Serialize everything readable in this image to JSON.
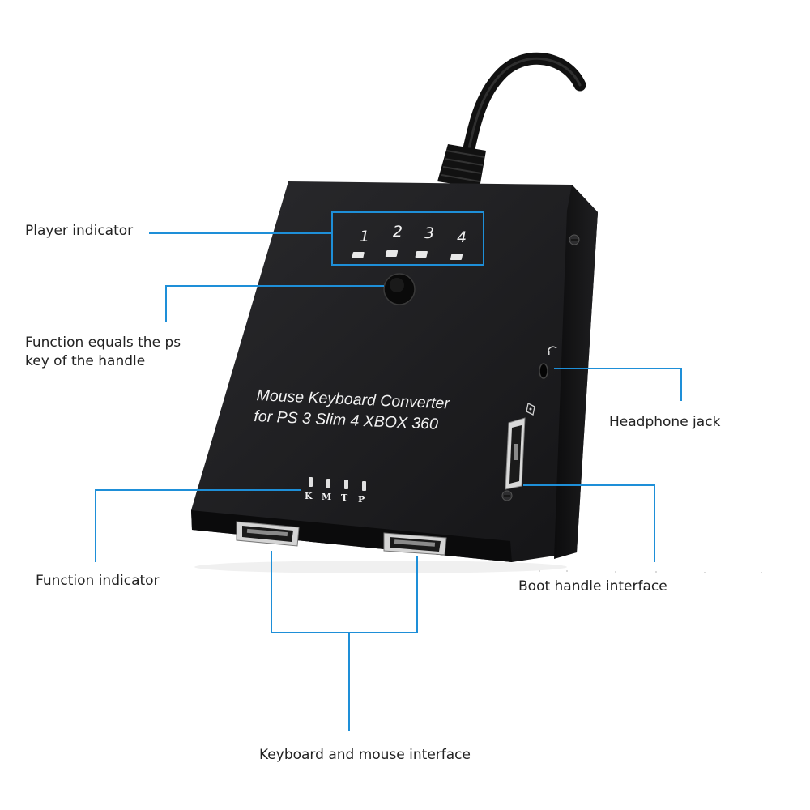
{
  "device": {
    "title_line1": "Mouse Keyboard Converter",
    "title_line2": "for PS 3 Slim 4 XBOX 360",
    "player_numbers": [
      "1",
      "2",
      "3",
      "4"
    ],
    "mode_letters": [
      "K",
      "M",
      "T",
      "P"
    ]
  },
  "callouts": {
    "player_indicator": "Player indicator",
    "function_ps_line1": "Function equals the ps",
    "function_ps_line2": "key of the handle",
    "headphone_jack": "Headphone jack",
    "function_indicator": "Function indicator",
    "boot_handle_interface": "Boot handle interface",
    "keyboard_mouse_interface": "Keyboard and mouse interface"
  },
  "colors": {
    "callout_line": "#1e8fd8",
    "device_body": "#1b1b1d",
    "device_text": "#f2f2f2"
  }
}
